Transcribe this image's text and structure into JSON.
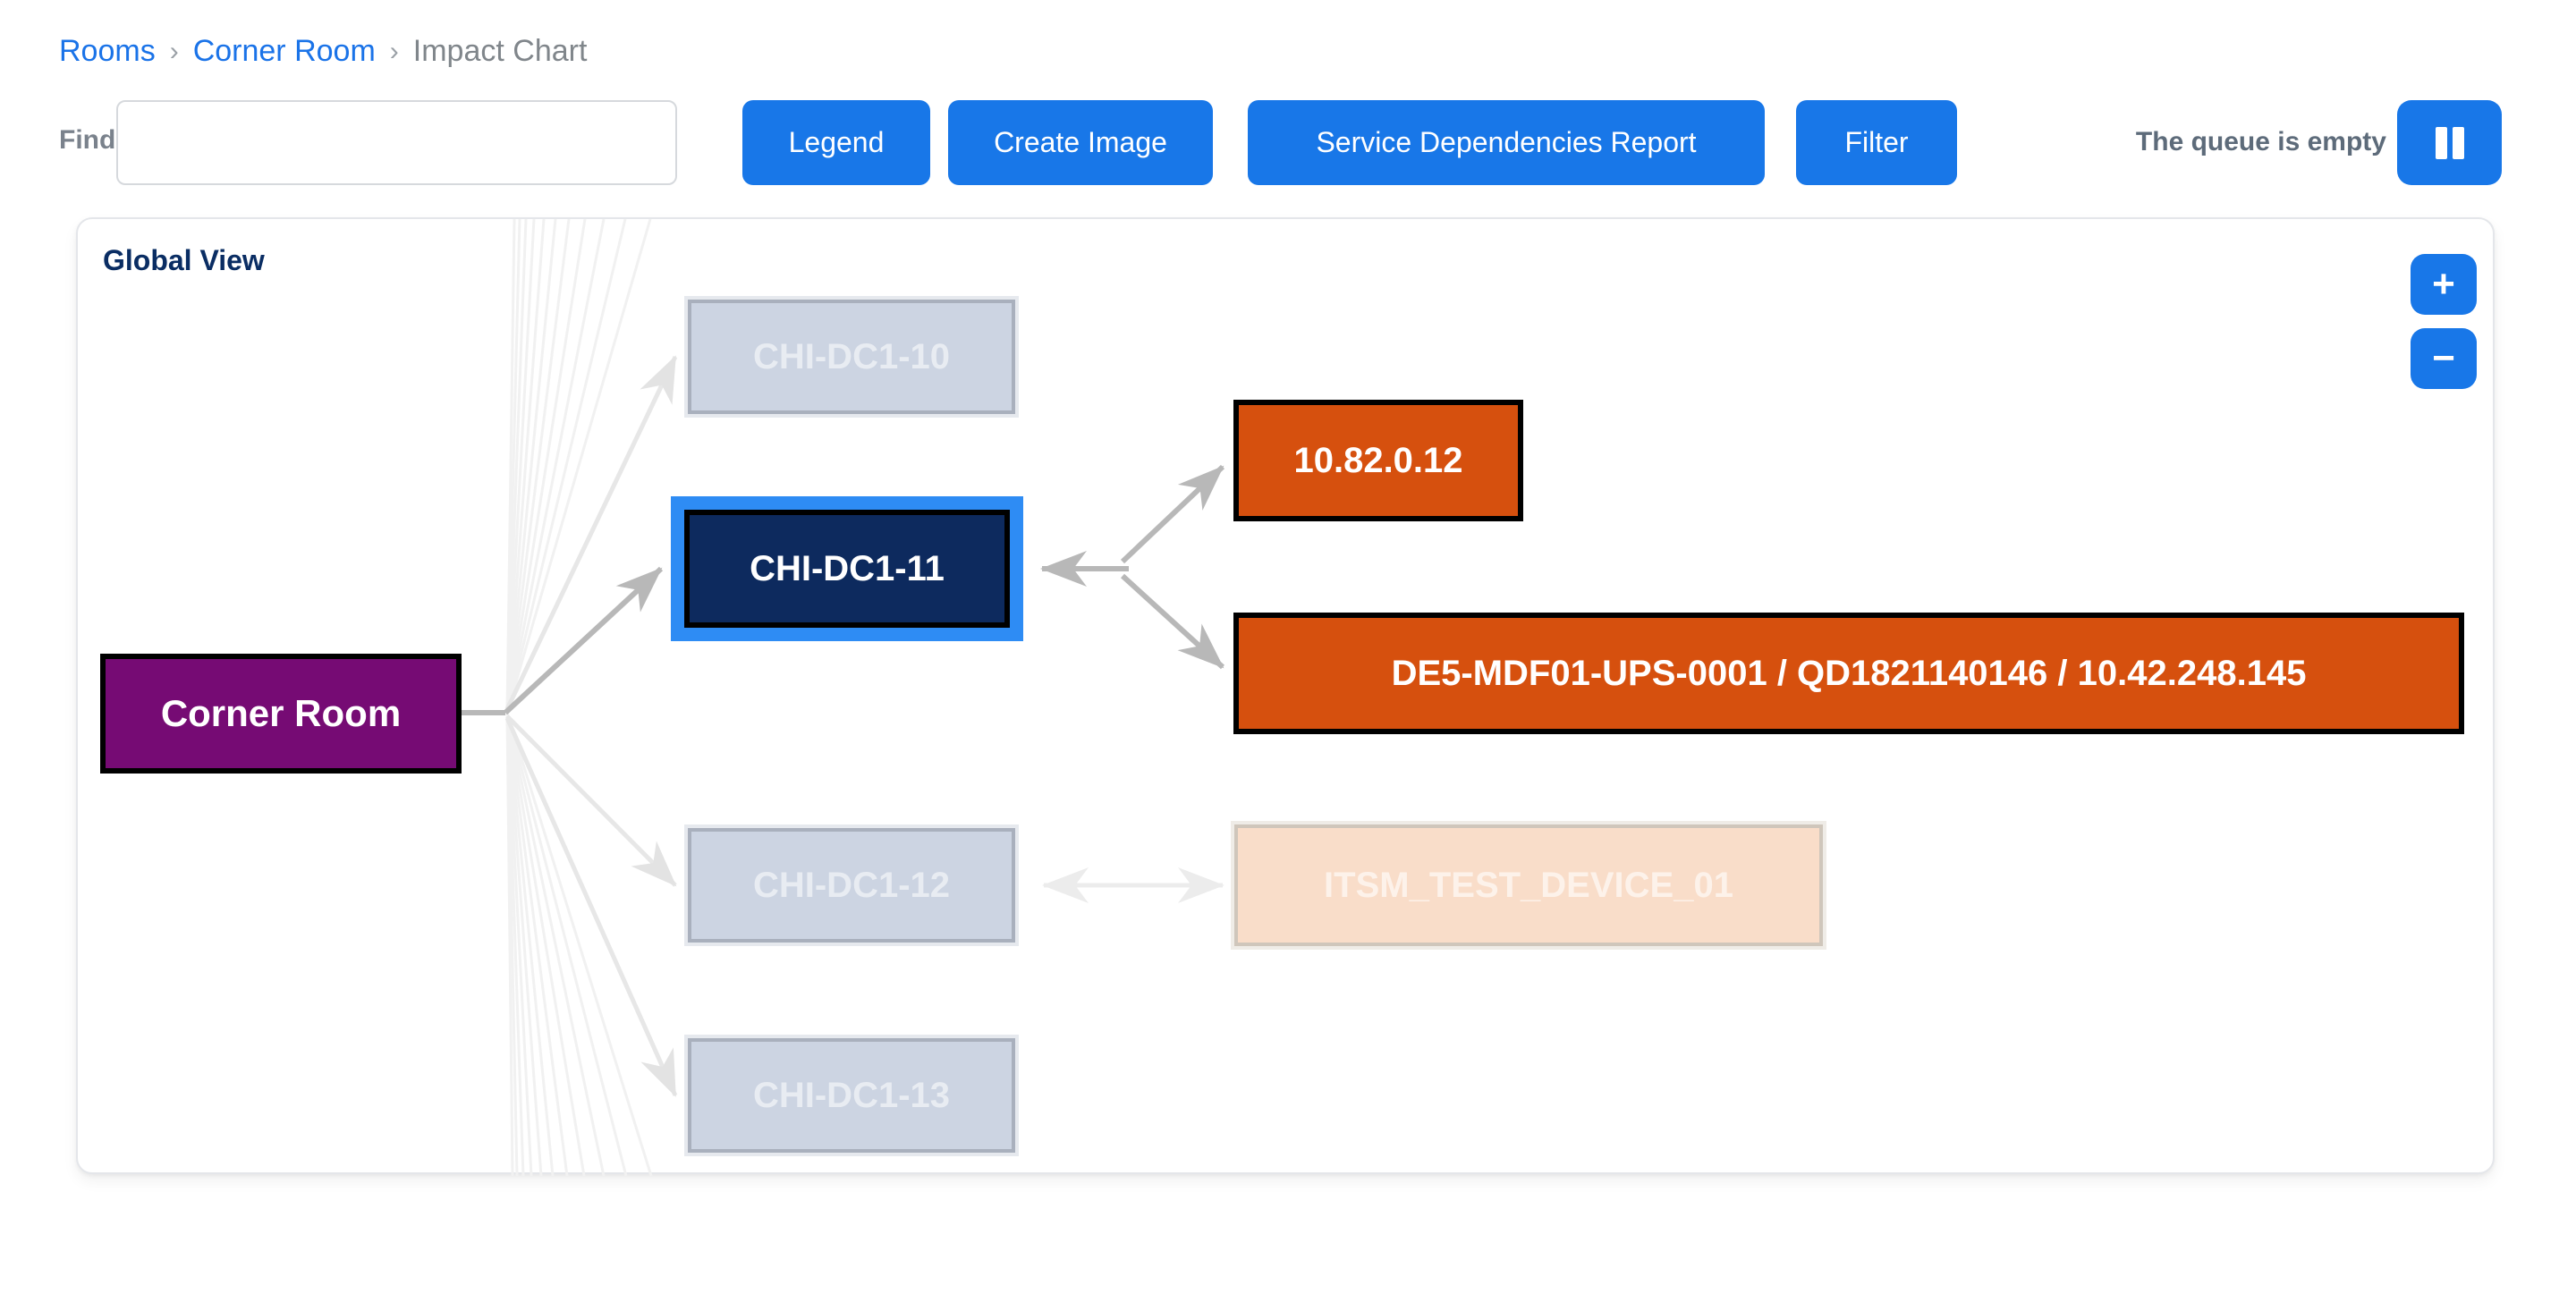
{
  "breadcrumb": {
    "separator": "›",
    "items": [
      {
        "label": "Rooms"
      },
      {
        "label": "Corner Room"
      },
      {
        "label": "Impact Chart"
      }
    ]
  },
  "toolbar": {
    "find_label": "Find",
    "find_value": "",
    "find_placeholder": "",
    "legend": "Legend",
    "create_image": "Create Image",
    "dependencies_report": "Service Dependencies Report",
    "filter": "Filter"
  },
  "queue": {
    "status": "The queue is empty",
    "pause_icon": "pause-icon"
  },
  "chart": {
    "title": "Global View",
    "zoom_in": "+",
    "zoom_out": "−",
    "nodes": {
      "corner_room": {
        "label": "Corner Room",
        "type": "room",
        "state": "root",
        "color": "#760b74"
      },
      "chi_dc1_10": {
        "label": "CHI-DC1-10",
        "type": "device",
        "state": "faded"
      },
      "chi_dc1_11": {
        "label": "CHI-DC1-11",
        "type": "device",
        "state": "selected",
        "color": "#0d2a5e"
      },
      "chi_dc1_12": {
        "label": "CHI-DC1-12",
        "type": "device",
        "state": "faded"
      },
      "chi_dc1_13": {
        "label": "CHI-DC1-13",
        "type": "device",
        "state": "faded"
      },
      "ip_10_82_0_12": {
        "label": "10.82.0.12",
        "type": "device",
        "state": "impacted",
        "color": "#d6500e"
      },
      "ups_device": {
        "label": "DE5-MDF01-UPS-0001 / QD1821140146 / 10.42.248.145",
        "type": "device",
        "state": "impacted",
        "color": "#d6500e"
      },
      "itsm_test_device": {
        "label": "ITSM_TEST_DEVICE_01",
        "type": "device",
        "state": "faded-impacted"
      }
    },
    "edges": [
      {
        "from": "corner_room",
        "to": "chi_dc1_10",
        "style": "faded"
      },
      {
        "from": "corner_room",
        "to": "chi_dc1_11",
        "style": "solid"
      },
      {
        "from": "corner_room",
        "to": "chi_dc1_12",
        "style": "faded"
      },
      {
        "from": "corner_room",
        "to": "chi_dc1_13",
        "style": "faded"
      },
      {
        "from": "chi_dc1_11",
        "to": "ip_10_82_0_12",
        "style": "solid",
        "bidirectional": true
      },
      {
        "from": "chi_dc1_11",
        "to": "ups_device",
        "style": "solid",
        "bidirectional": true
      },
      {
        "from": "chi_dc1_12",
        "to": "itsm_test_device",
        "style": "faded",
        "bidirectional": true
      }
    ]
  },
  "colors": {
    "primary_blue": "#1877e8",
    "link_blue": "#1a73e8",
    "selection_blue": "#2e8cf4",
    "node_navy": "#0d2a5e",
    "node_orange": "#d6500e",
    "node_purple": "#760b74",
    "faded_node_blue": "#ccd4e2",
    "faded_node_orange": "#f9ddc9",
    "edge_gray": "#b8b8b8"
  }
}
